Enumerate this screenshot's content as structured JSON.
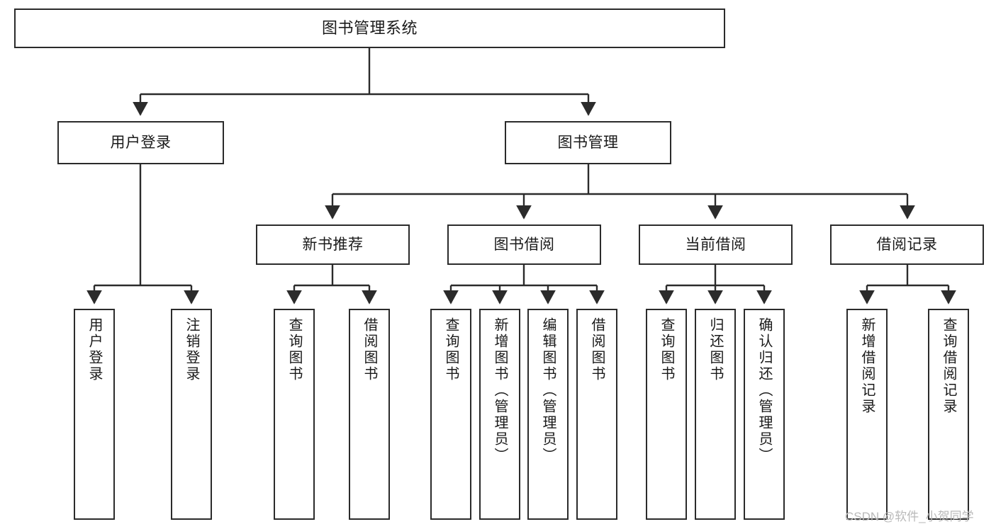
{
  "diagram": {
    "type": "tree-hierarchy-chart",
    "title": "图书管理系统",
    "orientation": "top-down",
    "box_fill": "#ffffff",
    "box_stroke": "#2b2b2b",
    "edge_color": "#2b2b2b",
    "levels": [
      {
        "level": 1,
        "nodes": [
          {
            "id": "root",
            "label": "图书管理系统",
            "text_direction": "horizontal"
          }
        ]
      },
      {
        "level": 2,
        "nodes": [
          {
            "id": "login",
            "label": "用户登录",
            "text_direction": "horizontal",
            "parent": "root"
          },
          {
            "id": "bookmgmt",
            "label": "图书管理",
            "text_direction": "horizontal",
            "parent": "root"
          }
        ]
      },
      {
        "level": 3,
        "nodes": [
          {
            "id": "newbook",
            "label": "新书推荐",
            "text_direction": "horizontal",
            "parent": "bookmgmt"
          },
          {
            "id": "borrow",
            "label": "图书借阅",
            "text_direction": "horizontal",
            "parent": "bookmgmt"
          },
          {
            "id": "current",
            "label": "当前借阅",
            "text_direction": "horizontal",
            "parent": "bookmgmt"
          },
          {
            "id": "records",
            "label": "借阅记录",
            "text_direction": "horizontal",
            "parent": "bookmgmt"
          }
        ]
      },
      {
        "level": 4,
        "nodes": [
          {
            "id": "leaf1",
            "label": "用户登录",
            "text_direction": "vertical",
            "parent": "login"
          },
          {
            "id": "leaf2",
            "label": "注销登录",
            "text_direction": "vertical",
            "parent": "login"
          },
          {
            "id": "leaf3",
            "label": "查询图书",
            "text_direction": "vertical",
            "parent": "newbook"
          },
          {
            "id": "leaf4",
            "label": "借阅图书",
            "text_direction": "vertical",
            "parent": "newbook"
          },
          {
            "id": "leaf5",
            "label": "查询图书",
            "text_direction": "vertical",
            "parent": "borrow"
          },
          {
            "id": "leaf6",
            "label": "新增图书（管理员）",
            "text_direction": "vertical",
            "parent": "borrow"
          },
          {
            "id": "leaf7",
            "label": "编辑图书（管理员）",
            "text_direction": "vertical",
            "parent": "borrow"
          },
          {
            "id": "leaf8",
            "label": "借阅图书",
            "text_direction": "vertical",
            "parent": "borrow"
          },
          {
            "id": "leaf9",
            "label": "查询图书",
            "text_direction": "vertical",
            "parent": "current"
          },
          {
            "id": "leaf10",
            "label": "归还图书",
            "text_direction": "vertical",
            "parent": "current"
          },
          {
            "id": "leaf11",
            "label": "确认归还（管理员）",
            "text_direction": "vertical",
            "parent": "current"
          },
          {
            "id": "leaf12",
            "label": "新增借阅记录",
            "text_direction": "vertical",
            "parent": "records"
          },
          {
            "id": "leaf13",
            "label": "查询借阅记录",
            "text_direction": "vertical",
            "parent": "records"
          }
        ]
      }
    ]
  },
  "watermark": {
    "text": "CSDN @软件_小贺同学",
    "color": "#b9b9b9"
  }
}
